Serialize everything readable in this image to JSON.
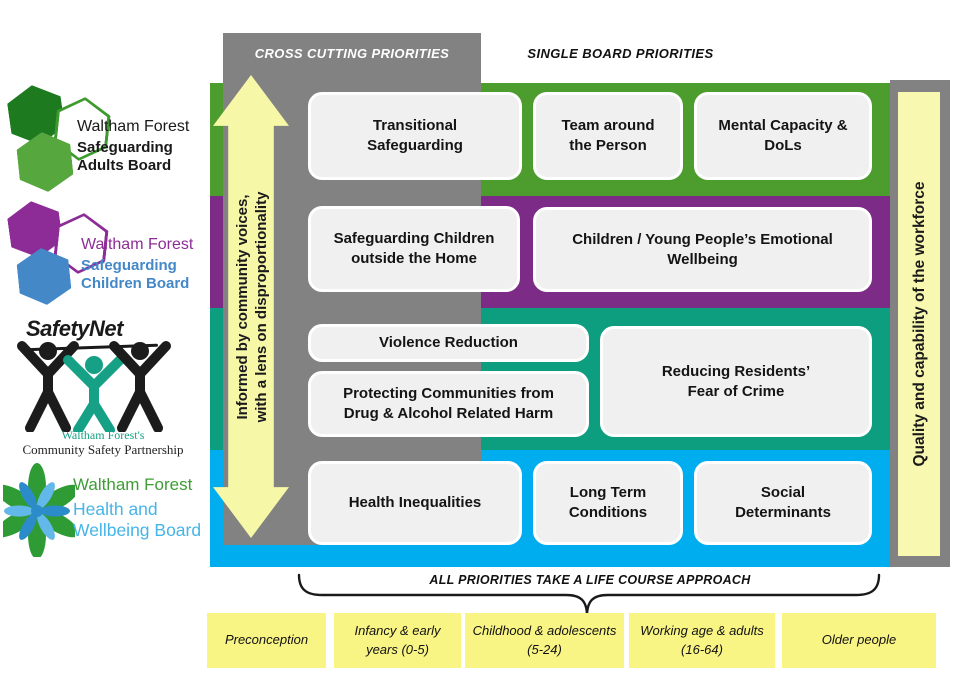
{
  "headers": {
    "cross_cutting": "CROSS CUTTING PRIORITIES",
    "single_board": "SINGLE BOARD PRIORITIES"
  },
  "community_arrow": {
    "line1": "Informed by community voices,",
    "line2": "with a lens on disproportionality"
  },
  "workforce_bar": {
    "label": "Quality and capability of the workforce"
  },
  "bands": [
    {
      "name": "safeguarding-adults",
      "color": "#4C9C2E",
      "boxes": [
        {
          "label": "Transitional Safeguarding"
        },
        {
          "label": "Team around the Person"
        },
        {
          "label": "Mental Capacity & DoLs"
        }
      ]
    },
    {
      "name": "safeguarding-children",
      "color": "#7C2B86",
      "boxes": [
        {
          "label": "Safeguarding Children outside the Home"
        },
        {
          "label": "Children / Young People’s Emotional Wellbeing"
        }
      ]
    },
    {
      "name": "community-safety",
      "color": "#0D9E7F",
      "boxes": [
        {
          "label": "Violence Reduction"
        },
        {
          "label": "Protecting Communities from Drug & Alcohol Related Harm"
        },
        {
          "label": "Reducing Residents’ Fear of Crime"
        }
      ]
    },
    {
      "name": "health-wellbeing",
      "color": "#00AEEF",
      "boxes": [
        {
          "label": "Health Inequalities"
        },
        {
          "label": "Long Term Conditions"
        },
        {
          "label": "Social Determinants"
        }
      ]
    }
  ],
  "logos": {
    "adults_board": {
      "line1": "Waltham Forest",
      "line2": "Safeguarding",
      "line3": "Adults Board"
    },
    "children_board": {
      "line1": "Waltham Forest",
      "line2": "Safeguarding",
      "line3": "Children Board"
    },
    "safetynet": {
      "title": "SafetyNet",
      "sub1": "Waltham Forest's",
      "sub2": "Community Safety Partnership"
    },
    "health_wellbeing_board": {
      "line1": "Waltham Forest",
      "line2": "Health and",
      "line3": "Wellbeing Board"
    }
  },
  "life_course": {
    "heading": "ALL PRIORITIES TAKE A LIFE COURSE APPROACH",
    "stages": [
      "Preconception",
      "Infancy & early years (0-5)",
      "Childhood & adolescents (5-24)",
      "Working age & adults (16-64)",
      "Older people"
    ]
  },
  "colors": {
    "band_green": "#4C9C2E",
    "band_purple": "#7C2B86",
    "band_teal": "#0D9E7F",
    "band_blue": "#00AEEF",
    "gray": "#828282",
    "pale_yellow": "#F7F7A8",
    "stage_yellow": "#F9F585",
    "box_fill": "#F0F0F0"
  }
}
